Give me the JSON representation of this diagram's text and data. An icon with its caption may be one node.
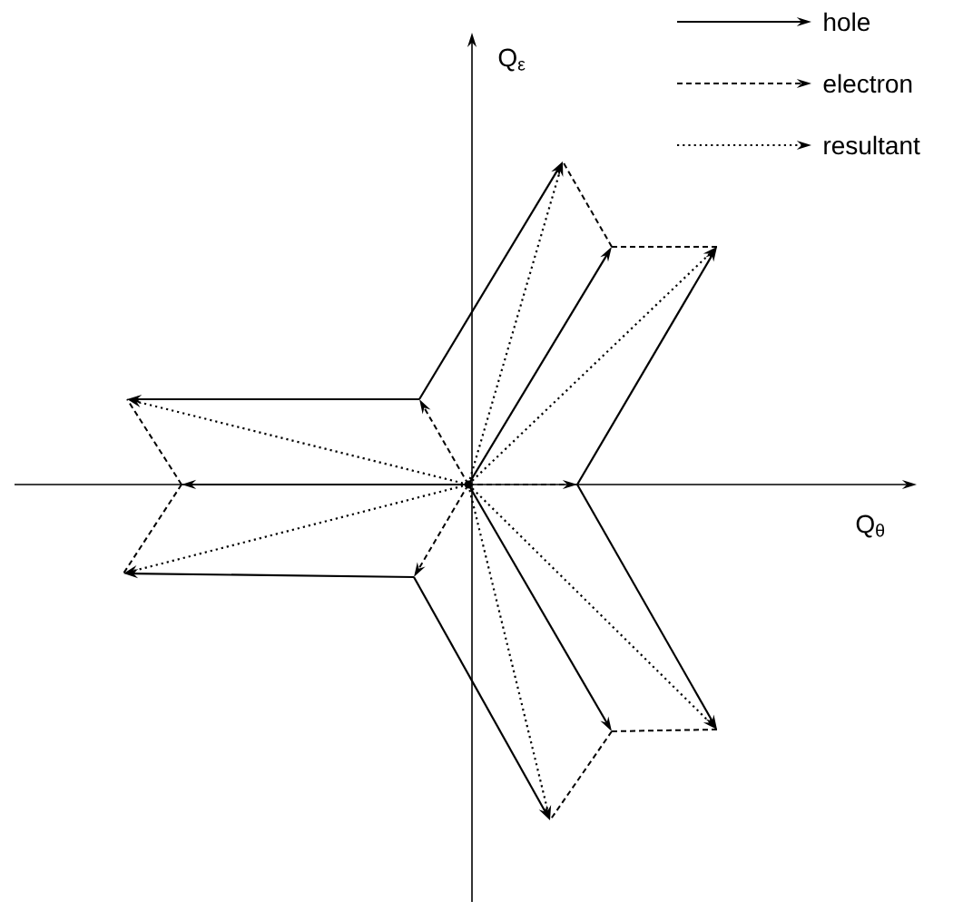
{
  "diagram": {
    "labels": [
      "Q$_{ε}$",
      "Q$_{θ}$"
    ],
    "legend": [
      {
        "text": "hole"
      },
      {
        "text": "electron"
      },
      {
        "text": "resultant"
      }
    ]
  }
}
